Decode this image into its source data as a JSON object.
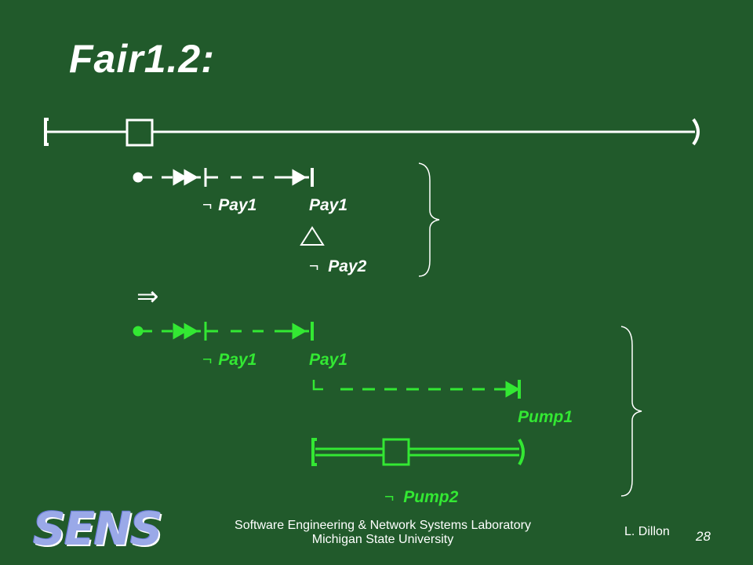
{
  "slide": {
    "title": "Fair1.2:",
    "top_labels": {
      "not_pay1": "Pay1",
      "pay1": "Pay1",
      "not_pay2": "Pay2"
    },
    "bottom_labels": {
      "not_pay1": "Pay1",
      "pay1": "Pay1",
      "pump1": "Pump1",
      "not_pump2": "Pump2"
    },
    "negation_symbol": "¬",
    "implies_symbol": "⇒",
    "colors": {
      "background": "#215a2b",
      "primary": "#ffffff",
      "highlight": "#33e833"
    }
  },
  "footer": {
    "logo": "SENS",
    "lab_line1": "Software Engineering & Network Systems Laboratory",
    "lab_line2": "Michigan State University",
    "author": "L. Dillon",
    "page_number": "28"
  }
}
